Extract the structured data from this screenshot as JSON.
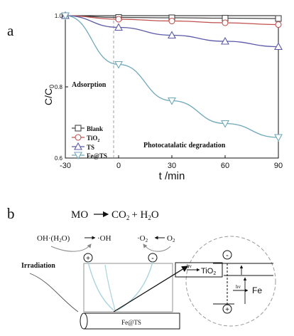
{
  "panel_a_label": "a",
  "panel_b_label": "b",
  "chart_data": {
    "type": "line",
    "xlabel": "t /min",
    "ylabel": "C/C0",
    "ylabel_main": "C/C",
    "ylabel_sub": "0",
    "xlim": [
      -30,
      90
    ],
    "ylim": [
      0.6,
      1.0
    ],
    "x_ticks": [
      -30,
      0,
      30,
      60,
      90
    ],
    "y_ticks": [
      0.6,
      0.8,
      1.0
    ],
    "x_tick_labels": [
      "-30",
      "0",
      "30",
      "60",
      "90"
    ],
    "y_tick_labels": [
      "0.6",
      "0.8",
      "1.0"
    ],
    "grid": false,
    "legend_position": "bottom-left",
    "annotations": [
      "Adsorption",
      "Photocatalatic degradation"
    ],
    "series": [
      {
        "name": "Blank",
        "marker": "square",
        "color": "#444444",
        "x": [
          -30,
          0,
          30,
          60,
          90
        ],
        "y": [
          1.0,
          0.995,
          0.994,
          0.993,
          0.992
        ]
      },
      {
        "name": "TiO2",
        "name_main": "TiO",
        "name_sub": "2",
        "marker": "circle",
        "color": "#c0504d",
        "x": [
          -30,
          0,
          30,
          60,
          90
        ],
        "y": [
          1.0,
          0.99,
          0.985,
          0.98,
          0.975
        ]
      },
      {
        "name": "TS",
        "marker": "triangle-up",
        "color": "#5a5aa8",
        "x": [
          -30,
          0,
          30,
          60,
          90
        ],
        "y": [
          1.0,
          0.967,
          0.945,
          0.928,
          0.913
        ]
      },
      {
        "name": "Fe@TS",
        "marker": "triangle-down",
        "color": "#6fa8b8",
        "x": [
          -30,
          0,
          30,
          60,
          90
        ],
        "y": [
          1.0,
          0.863,
          0.761,
          0.697,
          0.658
        ]
      }
    ]
  },
  "scheme": {
    "equation_left": "MO",
    "equation_right": "CO",
    "equation_right_sub": "2",
    "equation_plus": "+ H",
    "equation_plus_sub": "2",
    "equation_end": "O",
    "oh_water": "OH·(H",
    "oh_water_sub": "2",
    "oh_water_end": "O)",
    "oh_radical": "·OH",
    "o2_radical": "·O",
    "o2_radical_sub": "2",
    "o2": "O",
    "o2_sub": "2",
    "plus_sign": "+",
    "minus_sign": "-",
    "irradiation": "Irradiation",
    "rod_label": "Fe@TS",
    "hv1": "hv",
    "hv2": "hv",
    "tio2": "TiO",
    "tio2_sub": "2",
    "fe": "Fe"
  }
}
